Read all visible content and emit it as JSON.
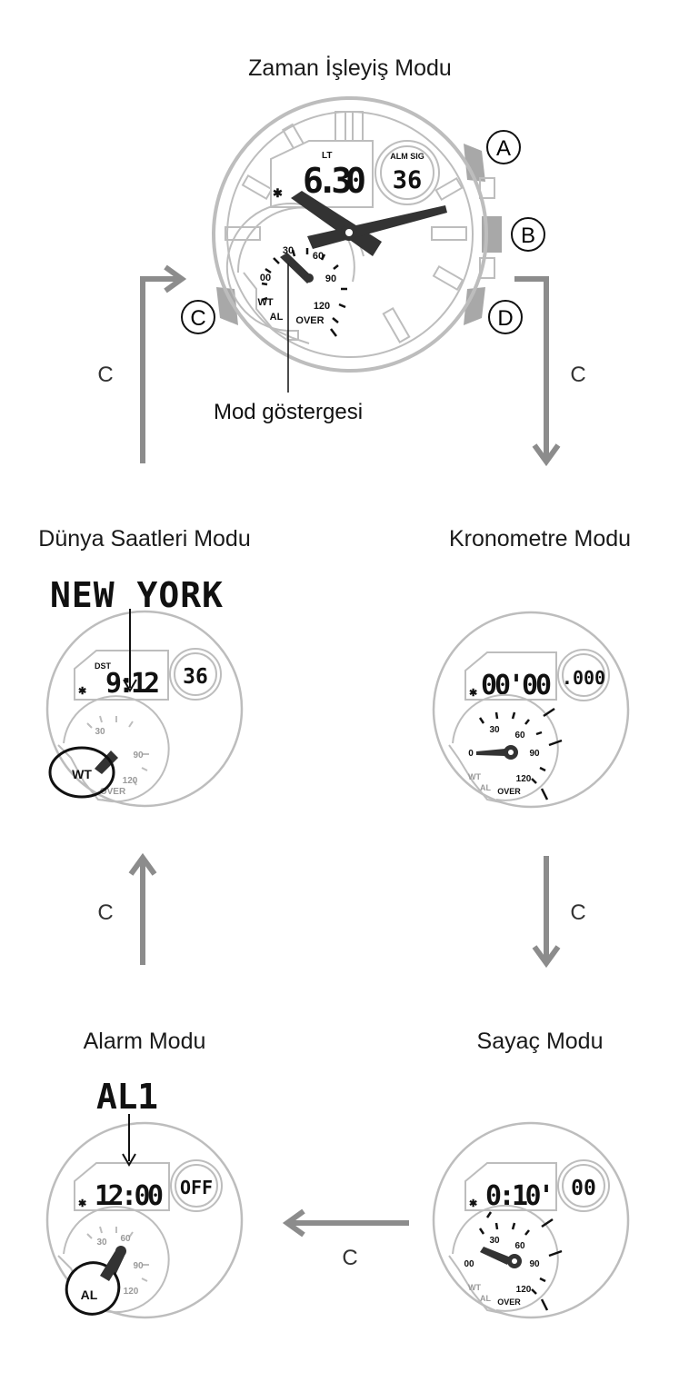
{
  "main_watch": {
    "title": "Zaman İşleyiş Modu",
    "lt": "LT",
    "time": "6.30",
    "sub_label": "ALM SIG",
    "sub_value": "36",
    "dial": {
      "s30": "30",
      "s60": "60",
      "s00": "00",
      "s90": "90",
      "s120": "120",
      "wt": "WT",
      "al": "AL",
      "over": "OVER"
    },
    "button_a": "A",
    "button_b": "B",
    "button_c": "C",
    "button_d": "D",
    "mode_indicator_label": "Mod göstergesi"
  },
  "cycle_button_label": "C",
  "world_time": {
    "title": "Dünya Saatleri Modu",
    "city": "NEW YORK",
    "dst": "DST",
    "time": "9:12",
    "sub_value": "36",
    "dial": {
      "s30": "30",
      "s90": "90",
      "s120": "120",
      "over": "OVER"
    },
    "highlight": "WT"
  },
  "stopwatch": {
    "title": "Kronometre Modu",
    "time": "00'00",
    "sub_value": ".000",
    "dial": {
      "s30": "30",
      "s60": "60",
      "s0": "0",
      "s90": "90",
      "s120": "120",
      "wt": "WT",
      "al": "AL",
      "over": "OVER"
    }
  },
  "timer": {
    "title": "Sayaç Modu",
    "time": "0:10'",
    "sub_value": "00",
    "dial": {
      "s30": "30",
      "s60": "60",
      "s00": "00",
      "s90": "90",
      "s120": "120",
      "wt": "WT",
      "al": "AL",
      "over": "OVER"
    }
  },
  "alarm": {
    "title": "Alarm Modu",
    "alarm_number": "AL1",
    "time": "12:00",
    "sub_value": "OFF",
    "dial": {
      "s30": "30",
      "s60": "60",
      "s90": "90",
      "s120": "120"
    },
    "highlight": "AL"
  },
  "colors": {
    "arrow": "#8c8c8c",
    "ring": "#bdbdbd",
    "button": "#a8a8a8"
  }
}
